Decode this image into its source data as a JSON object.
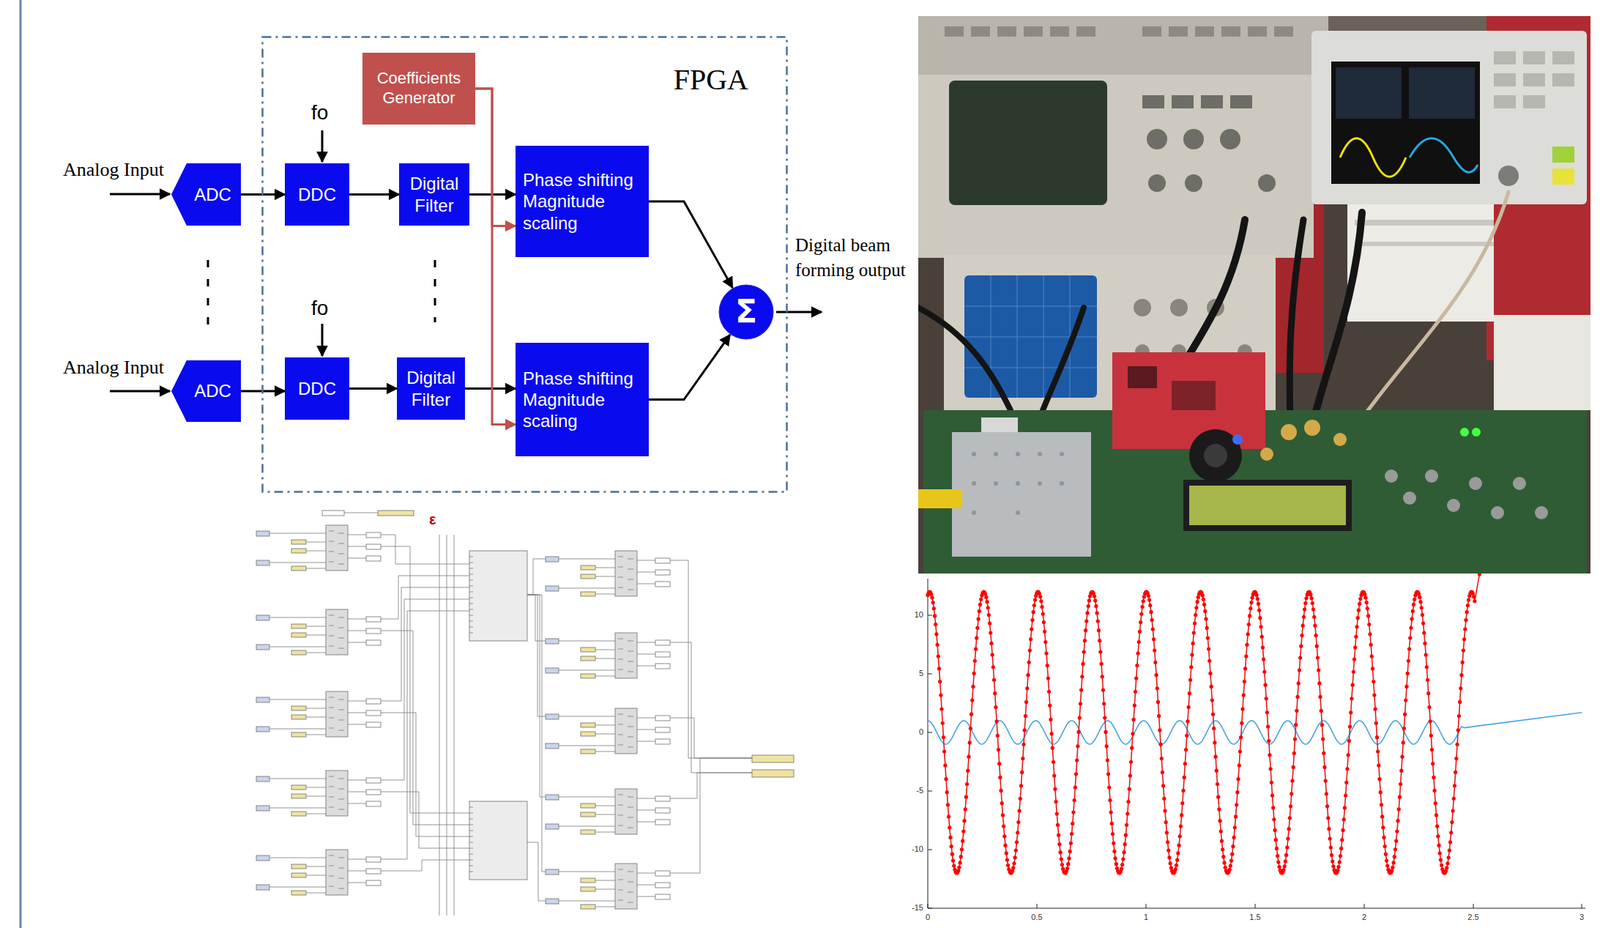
{
  "diagram": {
    "nodes": [
      {
        "text": [
          "FPGA"
        ]
      },
      {
        "text": [
          "Coefficients Generator"
        ],
        "in": 0
      },
      {
        "text": [
          "ADC"
        ]
      },
      {
        "text": [
          "DDC"
        ],
        "in": 0
      },
      {
        "text": [
          "Digital Filter"
        ],
        "in": 0
      },
      {
        "text": [
          "Phase shifting Magnitude scaling"
        ],
        "in": 0
      },
      {
        "text": [
          "Σ"
        ],
        "in": 0
      },
      {
        "text": [
          "ADC"
        ]
      },
      {
        "text": [
          "DDC"
        ],
        "in": 0
      },
      {
        "text": [
          "Digital Filter"
        ],
        "in": 0
      },
      {
        "text": [
          "Phase shifting Magnitude scaling"
        ],
        "in": 0
      }
    ],
    "edges": [
      {
        "from": 2,
        "to": 3,
        "arrow": "to"
      },
      {
        "from": 3,
        "to": 4,
        "arrow": "to"
      },
      {
        "from": 4,
        "to": 5,
        "arrow": "to"
      },
      {
        "from": 1,
        "to": 5,
        "arrow": "to"
      },
      {
        "from": 5,
        "to": 6,
        "arrow": "to"
      },
      {
        "from": 7,
        "to": 8,
        "arrow": "to"
      },
      {
        "from": 8,
        "to": 9,
        "arrow": "to"
      },
      {
        "from": 9,
        "to": 10,
        "arrow": "to"
      },
      {
        "from": 1,
        "to": 10,
        "arrow": "to"
      },
      {
        "from": 10,
        "to": 6,
        "arrow": "to"
      }
    ],
    "labels": [
      "Analog Input",
      "Analog Input",
      "fo",
      "fo",
      "Digital beam forming output",
      "ε",
      "10",
      "5",
      "0",
      "-5",
      "-10",
      "-15",
      "0",
      "0.5",
      "1",
      "1.5",
      "2",
      "2.5",
      "3"
    ]
  }
}
